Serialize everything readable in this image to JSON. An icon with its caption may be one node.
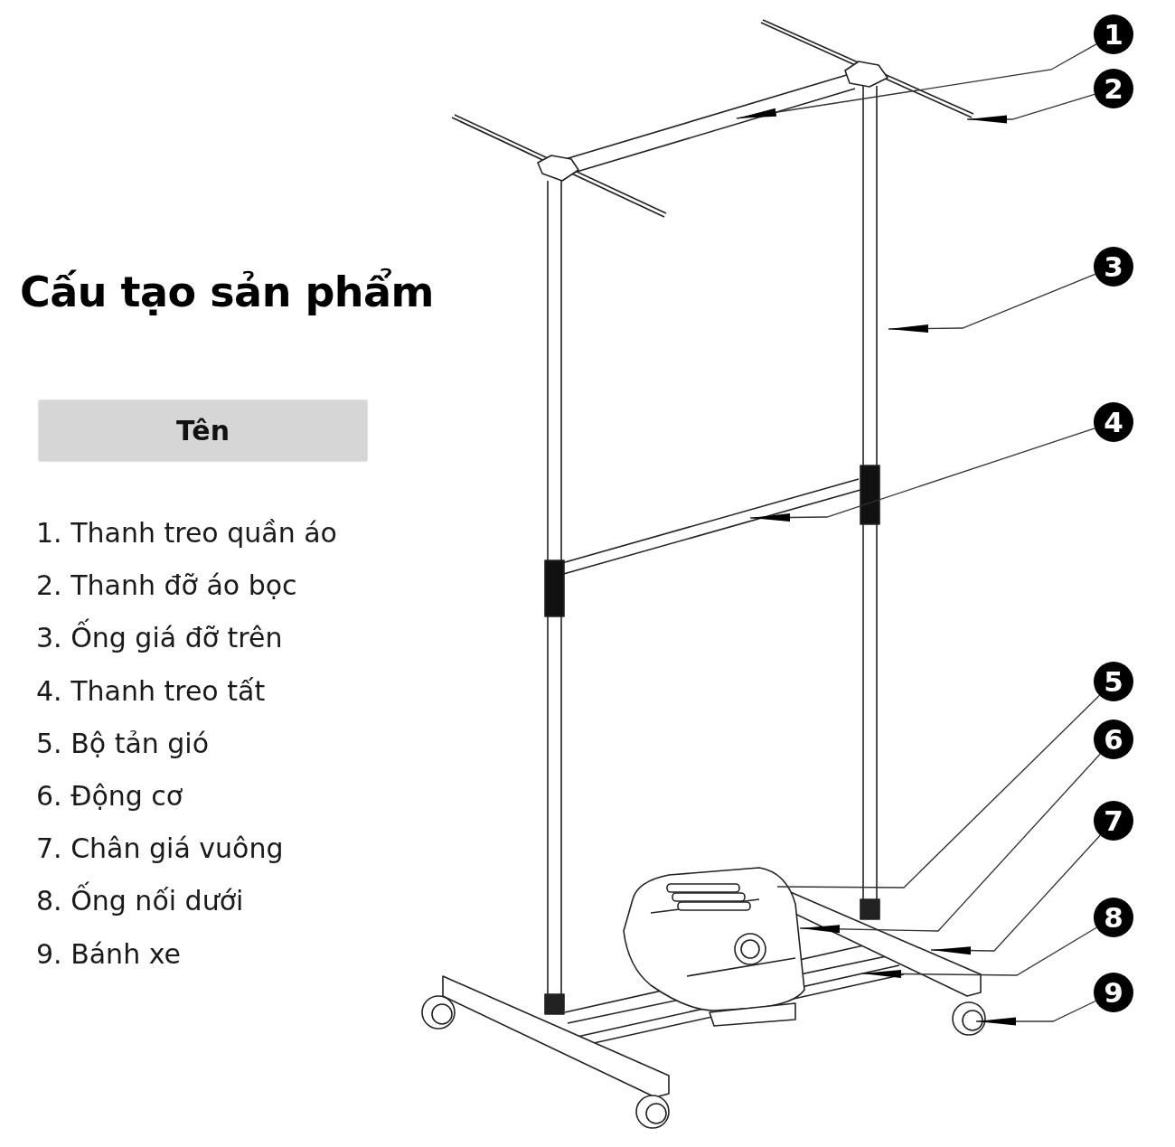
{
  "diagram": {
    "title": "Cấu tạo sản phẩm",
    "nodes": [
      {
        "text": [
          "Tên"
        ]
      },
      {
        "text": [
          "1"
        ]
      },
      {
        "text": [
          "2"
        ]
      },
      {
        "text": [
          "3"
        ]
      },
      {
        "text": [
          "4"
        ]
      },
      {
        "text": [
          "5"
        ]
      },
      {
        "text": [
          "6"
        ]
      },
      {
        "text": [
          "7"
        ]
      },
      {
        "text": [
          "8"
        ]
      },
      {
        "text": [
          "9"
        ]
      }
    ],
    "edges": [
      {
        "from": 1,
        "to": null,
        "arrow": "to"
      },
      {
        "from": 2,
        "to": null,
        "arrow": "to"
      },
      {
        "from": 3,
        "to": null,
        "arrow": "to"
      },
      {
        "from": 4,
        "to": null,
        "arrow": "to"
      },
      {
        "from": 5,
        "to": null,
        "arrow": "none"
      },
      {
        "from": 6,
        "to": null,
        "arrow": "to"
      },
      {
        "from": 7,
        "to": null,
        "arrow": "to"
      },
      {
        "from": 8,
        "to": null,
        "arrow": "to"
      },
      {
        "from": 9,
        "to": null,
        "arrow": "to"
      }
    ],
    "labels": [
      "1. Thanh treo quần áo",
      "2. Thanh đỡ áo bọc",
      "3. Ống giá đỡ trên",
      "4. Thanh treo tất",
      "5. Bộ tản gió",
      "6. Động cơ",
      "7. Chân giá vuông",
      "8. Ống nối dưới",
      "9. Bánh xe"
    ]
  }
}
